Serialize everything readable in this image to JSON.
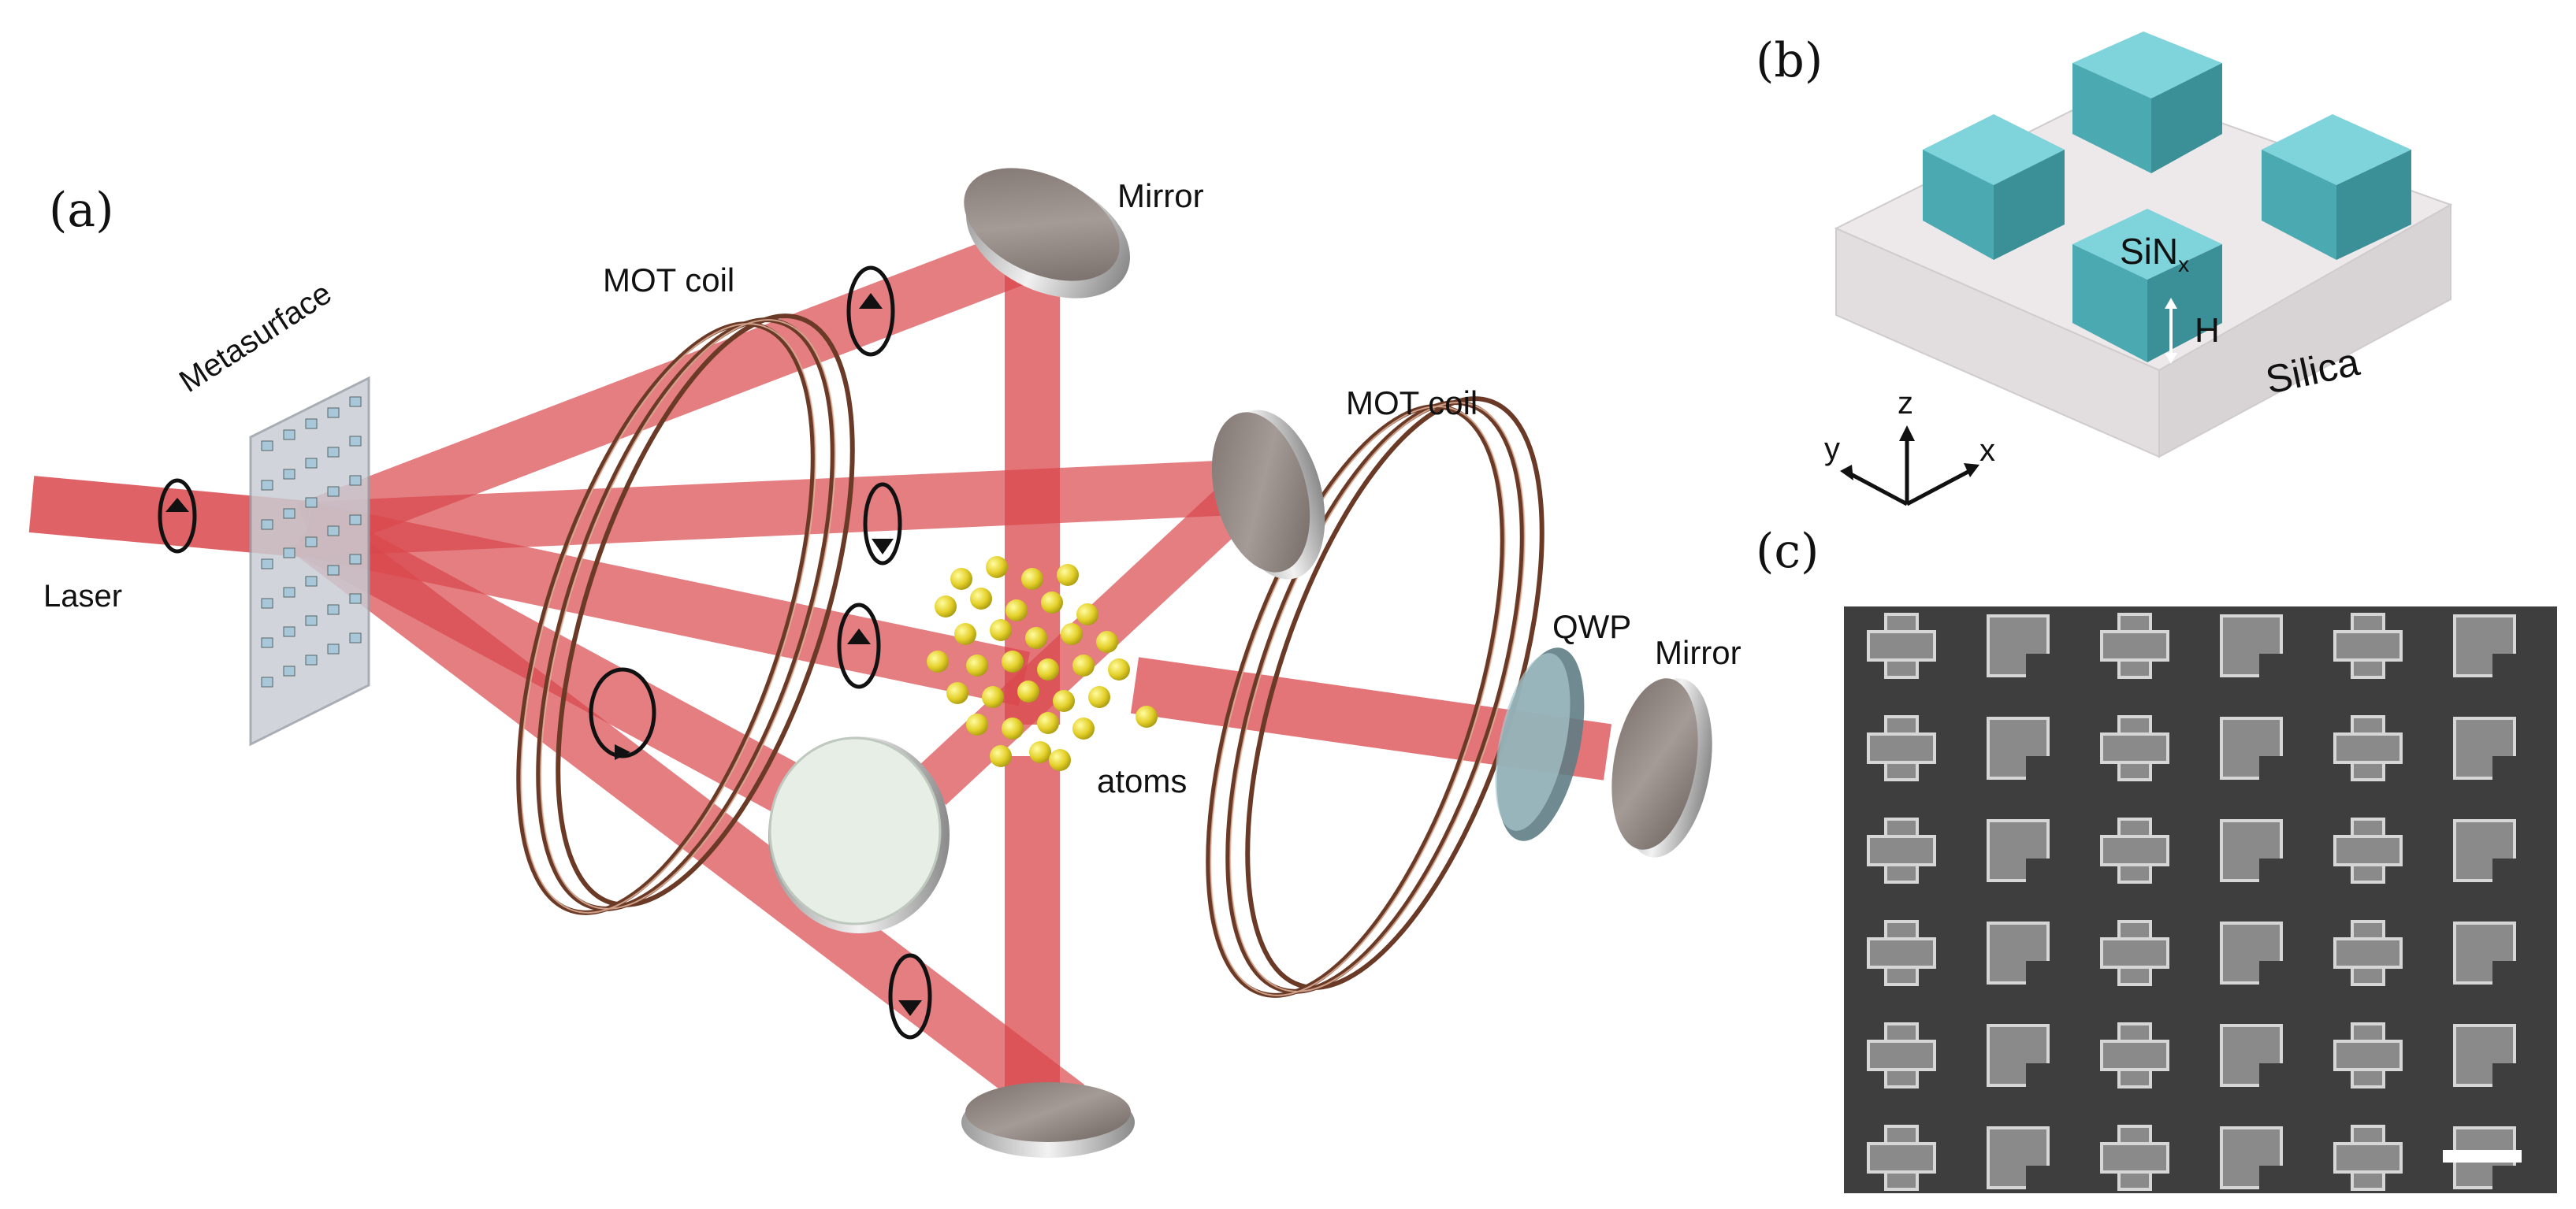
{
  "panels": {
    "a": "(a)",
    "b": "(b)",
    "c": "(c)"
  },
  "panel_a": {
    "laser": "Laser",
    "metasurface": "Metasurface",
    "mot_coil_left": "MOT coil",
    "mot_coil_right": "MOT coil",
    "mirror_top": "Mirror",
    "mirror_right": "Mirror",
    "qwp": "QWP",
    "atoms": "atoms"
  },
  "panel_b": {
    "material_pillar": "SiN",
    "material_pillar_sub": "x",
    "height": "H",
    "substrate": "Silica",
    "axis_x": "x",
    "axis_y": "y",
    "axis_z": "z"
  },
  "colors": {
    "beam": "#d9474b",
    "coil": "#6b3a26",
    "pillar": "#5bbcc4",
    "substrate": "#e8e4e6"
  }
}
